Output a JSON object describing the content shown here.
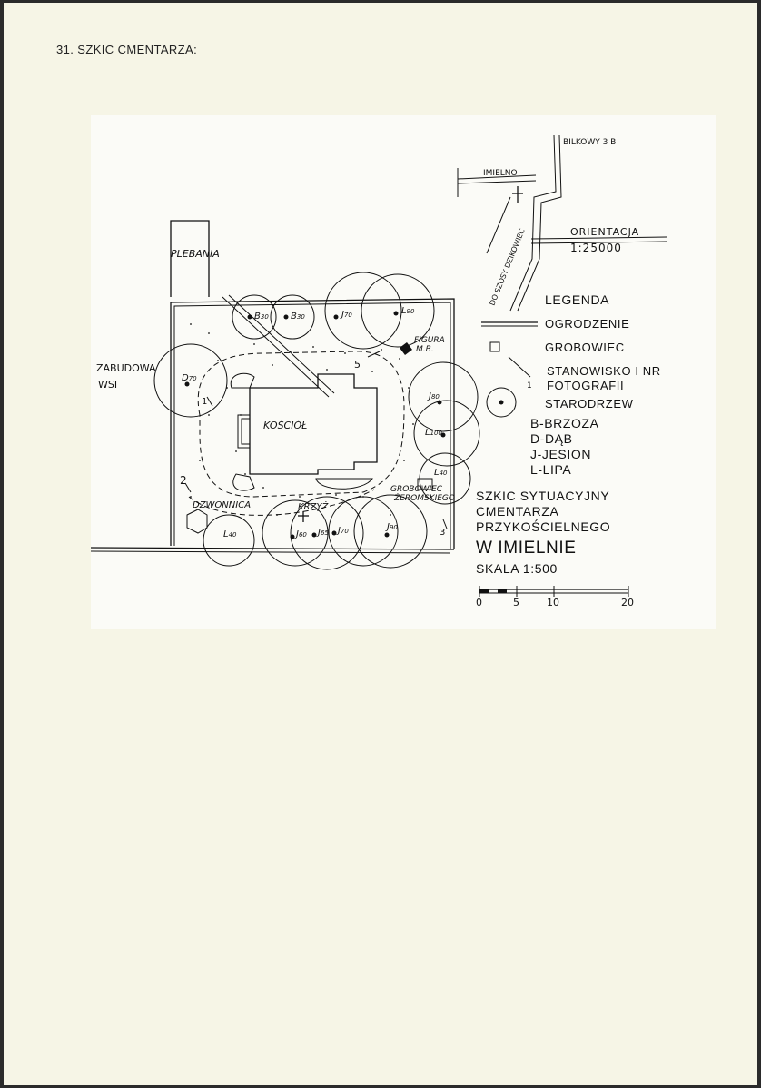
{
  "heading": "31. SZKIC CMENTARZA:",
  "map": {
    "labels": {
      "plebania": "PLEBANIA",
      "zabudowa_line1": "ZABUDOWA",
      "zabudowa_line2": "WSI",
      "kosciol": "KOŚCIÓŁ",
      "dzwonnica": "DZWONNICA",
      "krzyz": "KRZYŻ",
      "figura_line1": "FIGURA",
      "figura_line2": "M.B.",
      "grobowiec_line1": "GROBOWIEC",
      "grobowiec_line2": "ŻEROMSKIEGO",
      "station_1": "1",
      "station_2": "2",
      "station_3": "3",
      "station_5": "5"
    },
    "trees": [
      {
        "species": "B",
        "age": "30"
      },
      {
        "species": "B",
        "age": "30"
      },
      {
        "species": "J",
        "age": "70"
      },
      {
        "species": "L",
        "age": "90"
      },
      {
        "species": "D",
        "age": "70"
      },
      {
        "species": "J",
        "age": "80"
      },
      {
        "species": "L",
        "age": "100"
      },
      {
        "species": "L",
        "age": "40"
      },
      {
        "species": "L",
        "age": "40"
      },
      {
        "species": "J",
        "age": "60"
      },
      {
        "species": "J",
        "age": "65"
      },
      {
        "species": "J",
        "age": "70"
      },
      {
        "species": "J",
        "age": "90"
      }
    ]
  },
  "orientation": {
    "place_bilkowy": "BILKOWY 3 B",
    "place_imielno": "IMIELNO",
    "road_text": "DO SZOSY DZIKOWIEC",
    "title": "ORIENTACJA",
    "scale": "1:25000"
  },
  "legend": {
    "title": "LEGENDA",
    "ogrodzenie": "OGRODZENIE",
    "grobowiec": "GROBOWIEC",
    "stanowisko_line1": "STANOWISKO I NR",
    "stanowisko_line2": "FOTOGRAFII",
    "starodrzew": "STARODRZEW",
    "species": [
      "B-BRZOZA",
      "D-DĄB",
      "J-JESION",
      "L-LIPA"
    ]
  },
  "caption": {
    "line1": "SZKIC SYTUACYJNY",
    "line2": "CMENTARZA",
    "line3": "PRZYKOŚCIELNEGO",
    "line4": "W IMIELNIE",
    "scale": "SKALA 1:500"
  },
  "scalebar": {
    "ticks": [
      "0",
      "5",
      "10",
      "20"
    ],
    "max": 20
  }
}
